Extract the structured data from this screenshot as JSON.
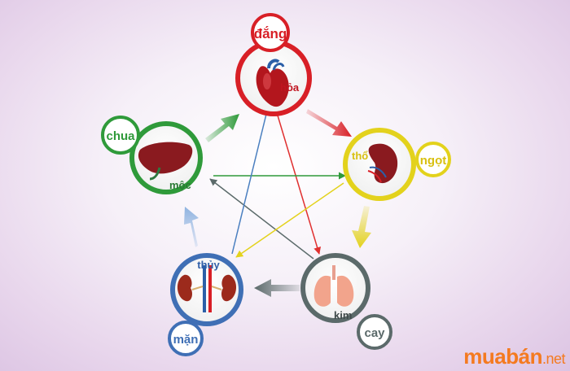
{
  "elements": {
    "fire": {
      "label": "hỏa",
      "taste": "đắng",
      "color": "#d81f26",
      "organ": "heart-icon"
    },
    "earth": {
      "label": "thổ",
      "taste": "ngọt",
      "color": "#e3d21c",
      "organ": "spleen-icon"
    },
    "metal": {
      "label": "kim",
      "taste": "cay",
      "color": "#5b6a6a",
      "organ": "lungs-icon"
    },
    "water": {
      "label": "thủy",
      "taste": "mặn",
      "color": "#3f6fb5",
      "organ": "kidneys-icon"
    },
    "wood": {
      "label": "mộc",
      "taste": "chua",
      "color": "#2f9a3a",
      "organ": "liver-icon"
    }
  },
  "watermark": {
    "main": "muabán",
    "tld": ".net"
  }
}
